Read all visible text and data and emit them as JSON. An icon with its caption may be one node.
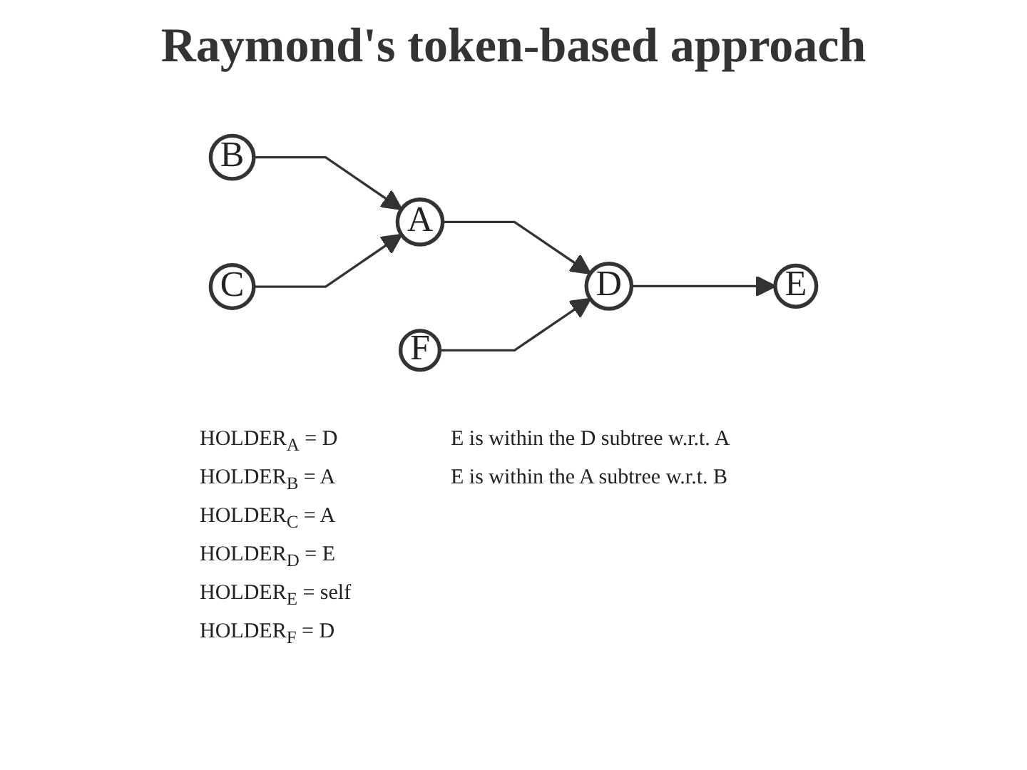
{
  "diagram": {
    "title": "Raymond's token-based approach",
    "nodes": [
      {
        "text": [
          "A"
        ]
      },
      {
        "text": [
          "D"
        ]
      },
      {
        "text": [
          "E"
        ]
      },
      {
        "text": [
          "B"
        ]
      },
      {
        "text": [
          "C"
        ]
      },
      {
        "text": [
          "F"
        ]
      }
    ],
    "edges": [
      {
        "from": 0,
        "to": 1,
        "arrow": "to"
      },
      {
        "from": 1,
        "to": 2,
        "arrow": "to"
      },
      {
        "from": 3,
        "to": 0,
        "arrow": "to"
      },
      {
        "from": 4,
        "to": 0,
        "arrow": "to"
      },
      {
        "from": 5,
        "to": 1,
        "arrow": "to"
      }
    ],
    "labels": [
      "HOLDER$_{A}$ = D",
      "E is within the D subtree w.r.t. A",
      "HOLDER$_{B}$ = A",
      "E is within the A subtree w.r.t. B",
      "HOLDER$_{C}$ = A",
      "HOLDER$_{D}$ = E",
      "HOLDER$_{E}$ = self",
      "HOLDER$_{F}$ = D"
    ]
  }
}
